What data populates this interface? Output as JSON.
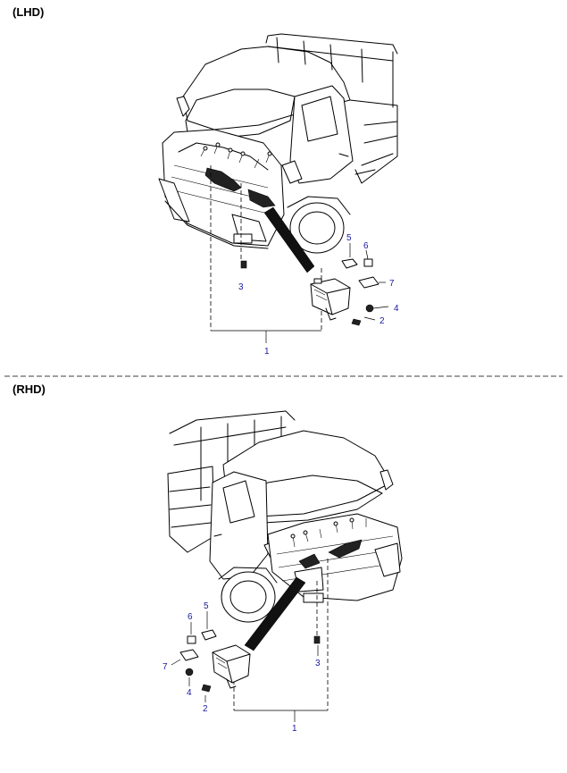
{
  "sections": {
    "lhd": {
      "title": "(LHD)"
    },
    "rhd": {
      "title": "(RHD)"
    }
  },
  "callouts": {
    "lhd": [
      "1",
      "2",
      "3",
      "4",
      "5",
      "6",
      "7"
    ],
    "rhd": [
      "1",
      "2",
      "3",
      "4",
      "5",
      "6",
      "7"
    ]
  }
}
